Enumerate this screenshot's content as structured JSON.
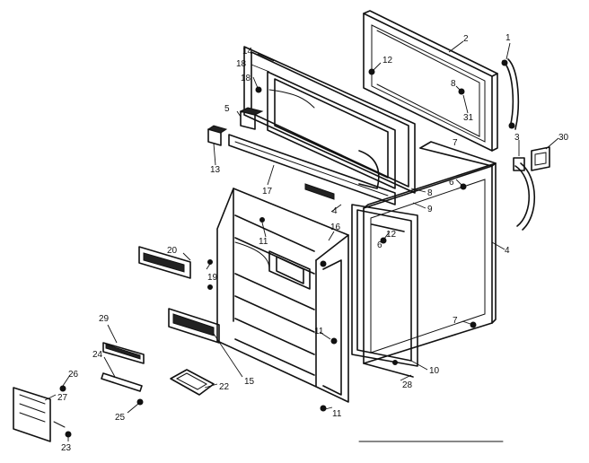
{
  "callouts": {
    "c1": "1",
    "c2": "2",
    "c3": "3",
    "c4a": "4",
    "c4b": "4",
    "c5": "5",
    "c6a": "6",
    "c6b": "6",
    "c7a": "7",
    "c7b": "7",
    "c8a": "8",
    "c8b": "8",
    "c9": "9",
    "c10": "10",
    "c11a": "11",
    "c11b": "11",
    "c11c": "11",
    "c12a": "12",
    "c12b": "12",
    "c13": "13",
    "c14": "14",
    "c15": "15",
    "c16": "16",
    "c17": "17",
    "c18a": "18",
    "c18b": "18",
    "c19": "19",
    "c20": "20",
    "c22": "22",
    "c23": "23",
    "c24": "24",
    "c25": "25",
    "c26": "26",
    "c27": "27",
    "c28": "28",
    "c29": "29",
    "c30": "30",
    "c31": "31"
  }
}
